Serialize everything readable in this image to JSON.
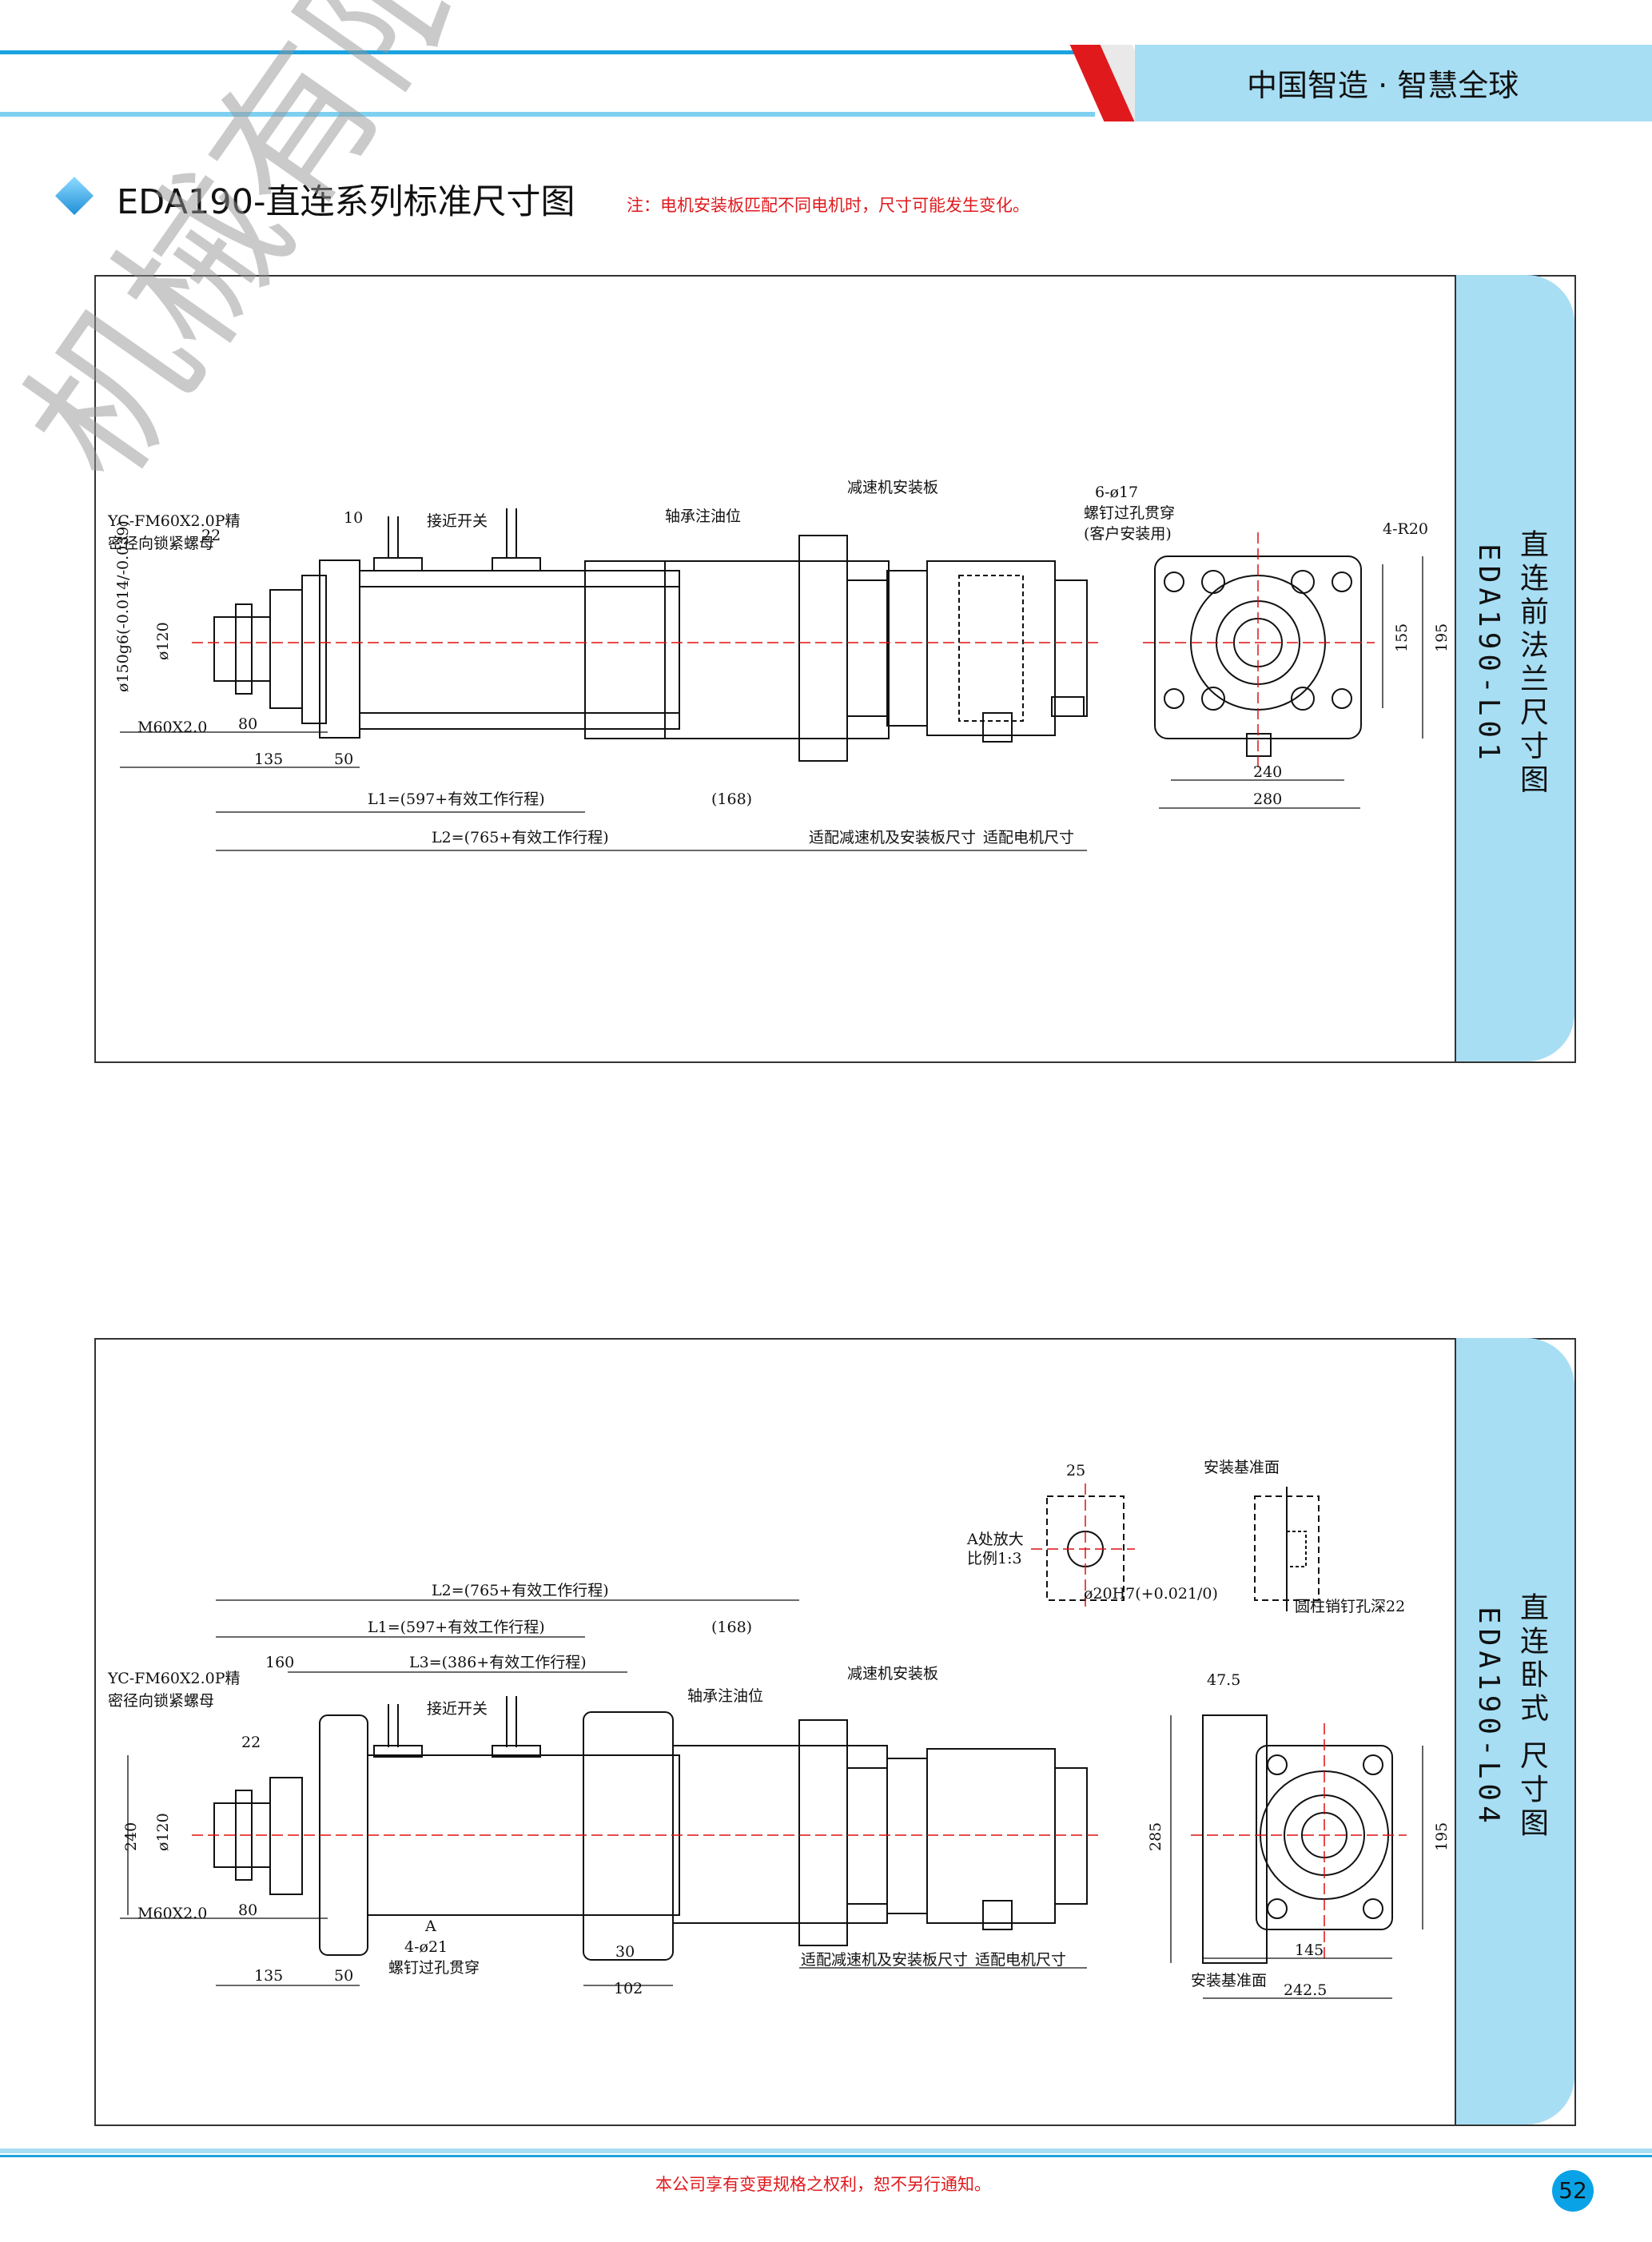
{
  "header": {
    "slogan": "中国智造 · 智慧全球"
  },
  "title": "EDA190-直连系列标准尺寸图",
  "note": "注：电机安装板匹配不同电机时，尺寸可能发生变化。",
  "watermark": "机械有限公司",
  "colors": {
    "accent_blue": "#1aa3e0",
    "light_blue": "#a7def4",
    "red": "#e0191d"
  },
  "panel1": {
    "tab_title": "直连前法兰尺寸图",
    "tab_code": "EDA190-L01",
    "labels": {
      "nut_line1": "YC-FM60X2.0P精",
      "nut_line2": "密径向锁紧螺母",
      "dim_22": "22",
      "dim_10": "10",
      "dia150": "ø150g6(-0.014/-0.039)",
      "dia120": "ø120",
      "thread": "M60X2.0",
      "dim_80": "80",
      "dim_135": "135",
      "dim_50": "50",
      "switch": "接近开关",
      "oil": "轴承注油位",
      "plate": "减速机安装板",
      "l1": "L1=(597+有效工作行程)",
      "l168": "(168)",
      "l2": "L2=(765+有效工作行程)",
      "reducer": "适配减速机及安装板尺寸",
      "motor": "适配电机尺寸",
      "holes": "6-ø17",
      "holes_desc1": "螺钉过孔贯穿",
      "holes_desc2": "(客户安装用)",
      "radius": "4-R20",
      "dim_155": "155",
      "dim_195": "195",
      "dim_240": "240",
      "dim_280": "280"
    }
  },
  "panel2": {
    "tab_title": "直连卧式 尺寸图",
    "tab_code": "EDA190-L04",
    "labels": {
      "l2": "L2=(765+有效工作行程)",
      "l1": "L1=(597+有效工作行程)",
      "l168": "(168)",
      "l3": "L3=(386+有效工作行程)",
      "dim_160": "160",
      "nut_line1": "YC-FM60X2.0P精",
      "nut_line2": "密径向锁紧螺母",
      "switch": "接近开关",
      "oil": "轴承注油位",
      "plate": "减速机安装板",
      "dim_22": "22",
      "dim_240": "240",
      "dia120": "ø120",
      "thread": "M60X2.0",
      "dim_80": "80",
      "dim_135": "135",
      "dim_50": "50",
      "holes": "4-ø21",
      "holes_desc": "螺钉过孔贯穿",
      "mark_a": "A",
      "dim_30": "30",
      "dim_102": "102",
      "reducer": "适配减速机及安装板尺寸",
      "motor": "适配电机尺寸",
      "detail_title1": "A处放大",
      "detail_title2": "比例1:3",
      "dim_25": "25",
      "pin": "ø20H7(+0.021/0)",
      "datum": "安装基准面",
      "pin_hole": "圆柱销钉孔深22",
      "dim_475": "47.5",
      "dim_285": "285",
      "dim_195": "195",
      "dim_145": "145",
      "dim_2425": "242.5"
    }
  },
  "footer": {
    "notice": "本公司享有变更规格之权利，恕不另行通知。",
    "page": "52"
  }
}
